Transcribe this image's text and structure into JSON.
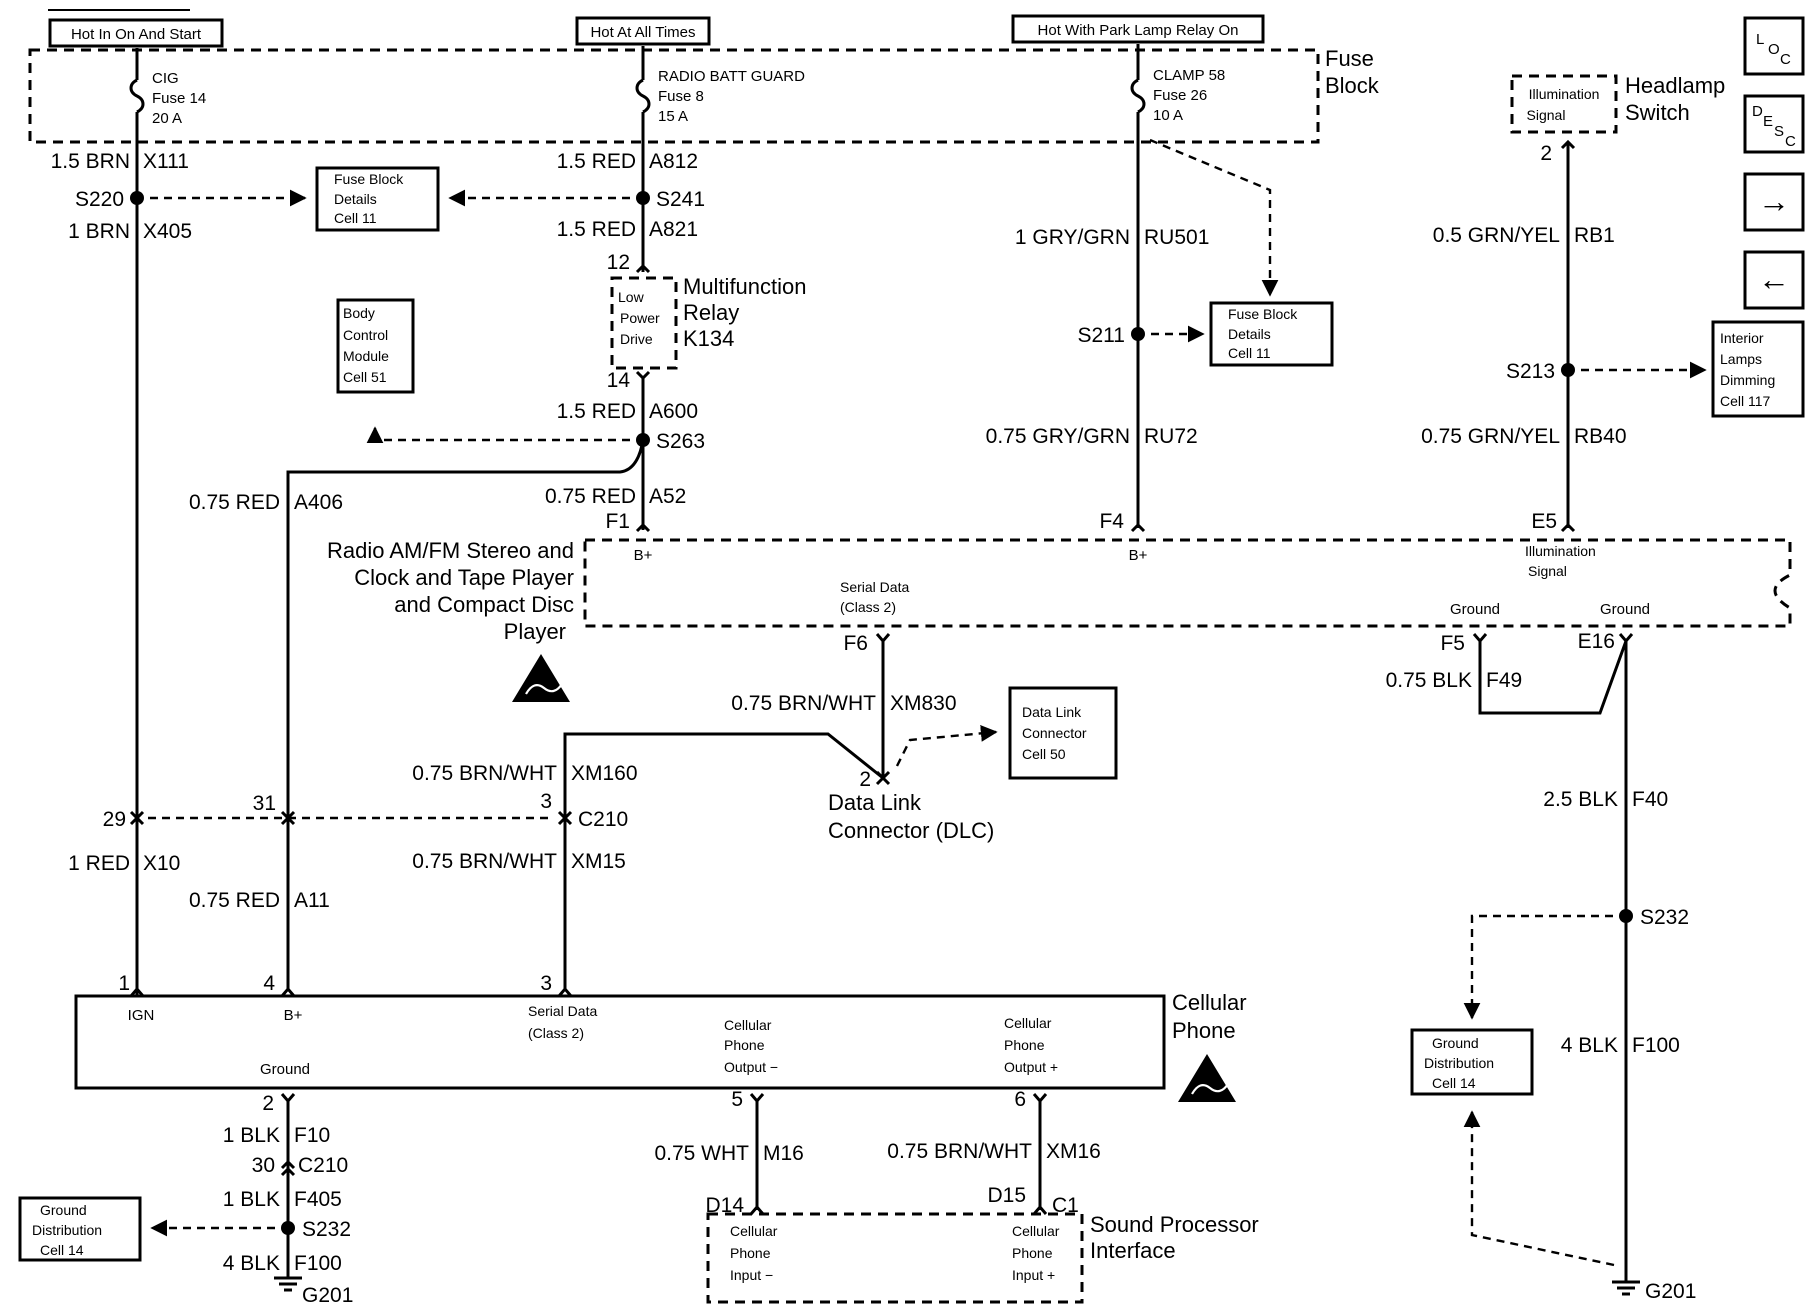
{
  "power_labels": {
    "hot_in_on_start": "Hot In On And Start",
    "hot_at_all_times": "Hot At All Times",
    "hot_park_lamp": "Hot With Park Lamp Relay On"
  },
  "fuse_block": {
    "label_1": "Fuse",
    "label_2": "Block",
    "cig": [
      "CIG",
      "Fuse 14",
      "20 A"
    ],
    "radio": [
      "RADIO BATT GUARD",
      "Fuse 8",
      "15 A"
    ],
    "clamp": [
      "CLAMP 58",
      "Fuse 26",
      "10 A"
    ]
  },
  "nav": {
    "loc": {
      "a": "L",
      "b": "O",
      "c": "C"
    },
    "desc": {
      "a": "D",
      "b": "E",
      "c": "S",
      "d": "C"
    },
    "next": "→",
    "prev": "←"
  },
  "headlamp": {
    "inner": [
      "Illumination",
      "Signal"
    ],
    "label": [
      "Headlamp",
      "Switch"
    ],
    "pin": "2"
  },
  "wires": {
    "w1": [
      "1.5 BRN",
      "X111"
    ],
    "w2": [
      "1 BRN",
      "X405"
    ],
    "w3": [
      "1.5 RED",
      "A812"
    ],
    "w4": [
      "1.5 RED",
      "A821"
    ],
    "w5": [
      "1.5 RED",
      "A600"
    ],
    "w6": [
      "0.75 RED",
      "A406"
    ],
    "w7": [
      "0.75 RED",
      "A52"
    ],
    "w8": [
      "1 GRY/GRN",
      "RU501"
    ],
    "w9": [
      "0.75 GRY/GRN",
      "RU72"
    ],
    "w10": [
      "0.5 GRN/YEL",
      "RB1"
    ],
    "w11": [
      "0.75 GRN/YEL",
      "RB40"
    ],
    "w12": [
      "0.75 BRN/WHT",
      "XM830"
    ],
    "w13": [
      "0.75 BRN/WHT",
      "XM160"
    ],
    "w14": [
      "1 RED",
      "X10"
    ],
    "w15": [
      "0.75 RED",
      "A11"
    ],
    "w16": [
      "0.75 BRN/WHT",
      "XM15"
    ],
    "w17": [
      "0.75 BLK",
      "F49"
    ],
    "w18": [
      "2.5 BLK",
      "F40"
    ],
    "w19": [
      "4 BLK",
      "F100"
    ],
    "w20": [
      "1 BLK",
      "F10"
    ],
    "w21": [
      "1 BLK",
      "F405"
    ],
    "w22": [
      "4 BLK",
      "F100"
    ],
    "w23": [
      "0.75 WHT",
      "M16"
    ],
    "w24": [
      "0.75 BRN/WHT",
      "XM16"
    ]
  },
  "splices": {
    "s220": "S220",
    "s241": "S241",
    "s263": "S263",
    "s211": "S211",
    "s213": "S213",
    "s232_right": "S232",
    "s232_left": "S232",
    "c210": "C210",
    "c210_low": "C210",
    "c1": "C1",
    "g201_left": "G201",
    "g201_right": "G201"
  },
  "refs": {
    "fuse_details_1": [
      "Fuse Block",
      "Details",
      "Cell 11"
    ],
    "fuse_details_2": [
      "Fuse Block",
      "Details",
      "Cell 11"
    ],
    "bcm": [
      "Body",
      "Control",
      "Module",
      "Cell 51"
    ],
    "interior": [
      "Interior",
      "Lamps",
      "Dimming",
      "Cell 117"
    ],
    "dlc": [
      "Data Link",
      "Connector",
      "Cell 50"
    ],
    "ground_right": [
      "Ground",
      "Distribution",
      "Cell 14"
    ],
    "ground_left": [
      "Ground",
      "Distribution",
      "Cell 14"
    ]
  },
  "relay": {
    "inner": [
      "Low",
      "Power",
      "Drive"
    ],
    "label": [
      "Multifunction",
      "Relay",
      "K134"
    ],
    "pin_top": "12",
    "pin_bottom": "14"
  },
  "radio": {
    "name": [
      "Radio AM/FM Stereo and",
      "Clock and Tape Player",
      "and Compact Disc",
      "Player"
    ],
    "pin_f1": "F1",
    "b_plus_1": "B+",
    "pin_f4": "F4",
    "b_plus_2": "B+",
    "pin_e5": "E5",
    "illum": [
      "Illumination",
      "Signal"
    ],
    "serial": [
      "Serial Data",
      "(Class 2)"
    ],
    "pin_f6": "F6",
    "ground_1": "Ground",
    "ground_2": "Ground",
    "pin_f5": "F5",
    "pin_e16": "E16"
  },
  "dlc": {
    "pin": "2",
    "label": [
      "Data Link",
      "Connector (DLC)"
    ]
  },
  "c210_pins": {
    "p29": "29",
    "p31": "31",
    "p3": "3",
    "p30": "30"
  },
  "phone": {
    "name": [
      "Cellular",
      "Phone"
    ],
    "pin1": "1",
    "ign": "IGN",
    "pin4": "4",
    "b_plus": "B+",
    "pin3": "3",
    "serial": [
      "Serial Data",
      "(Class 2)"
    ],
    "ground": "Ground",
    "out_minus": [
      "Cellular",
      "Phone",
      "Output −"
    ],
    "out_plus": [
      "Cellular",
      "Phone",
      "Output +"
    ],
    "pin2": "2",
    "pin5": "5",
    "pin6": "6"
  },
  "sound": {
    "label": [
      "Sound Processor",
      "Interface"
    ],
    "pin_d14": "D14",
    "pin_d15": "D15",
    "in_minus": [
      "Cellular",
      "Phone",
      "Input −"
    ],
    "in_plus": [
      "Cellular",
      "Phone",
      "Input +"
    ]
  }
}
